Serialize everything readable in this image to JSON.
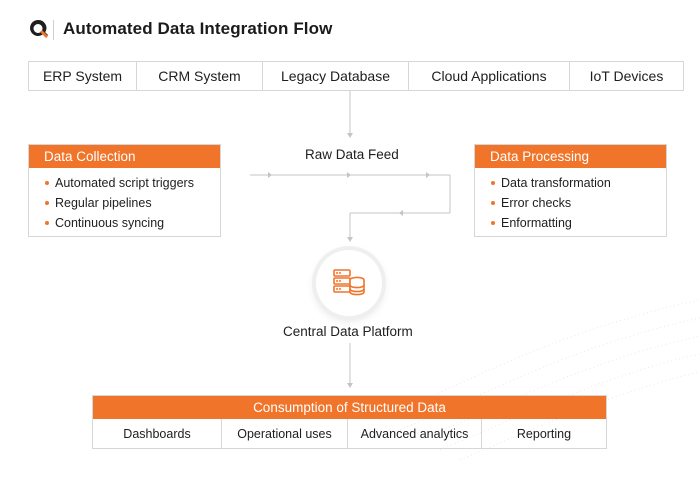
{
  "header": {
    "title": "Automated Data Integration Flow",
    "logo_icon": "brand-logo-icon"
  },
  "sources": [
    "ERP System",
    "CRM System",
    "Legacy Database",
    "Cloud Applications",
    "IoT Devices"
  ],
  "data_collection": {
    "title": "Data Collection",
    "items": [
      "Automated script triggers",
      "Regular pipelines",
      "Continuous syncing"
    ]
  },
  "raw_feed": "Raw Data Feed",
  "data_processing": {
    "title": "Data Processing",
    "items": [
      "Data transformation",
      "Error checks",
      "Enformatting"
    ]
  },
  "central_platform": {
    "label": "Central Data Platform",
    "icon": "server-database-icon"
  },
  "consumption": {
    "title": "Consumption of Structured Data",
    "items": [
      "Dashboards",
      "Operational uses",
      "Advanced analytics",
      "Reporting"
    ]
  },
  "colors": {
    "accent": "#f0742a",
    "border": "#d6d6d6",
    "connector": "#c4c4c4"
  }
}
